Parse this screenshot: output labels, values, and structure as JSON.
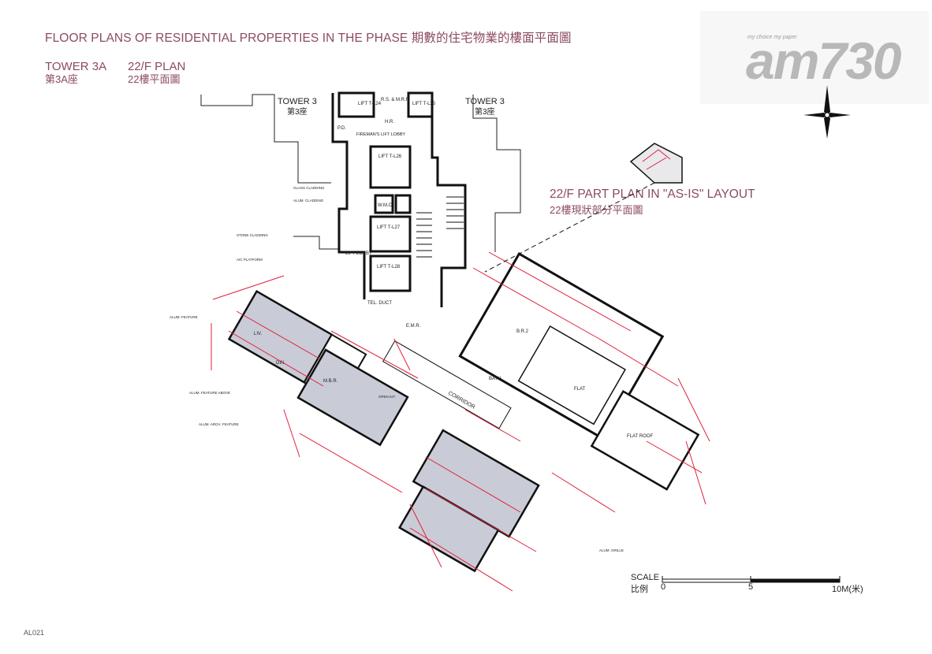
{
  "header": {
    "title": "FLOOR PLANS OF RESIDENTIAL PROPERTIES IN THE PHASE 期數的住宅物業的樓面平面圖",
    "tower_en": "TOWER 3A",
    "tower_zh": "第3A座",
    "floor_en": "22/F PLAN",
    "floor_zh": "22樓平面圖"
  },
  "logo": {
    "text": "am730",
    "tagline": "my choice my paper"
  },
  "part_plan": {
    "title_en": "22/F PART PLAN IN \"AS-IS\" LAYOUT",
    "title_zh": "22樓現狀部分平面圖"
  },
  "plan_labels": {
    "tower3_left": "TOWER 3",
    "tower3_left_zh": "第3座",
    "tower3_right": "TOWER 3",
    "tower3_right_zh": "第3座",
    "lift_lobby": "LIFT LOBBY",
    "firemans_lobby": "FIREMAN'S LIFT LOBBY",
    "corridor": "CORRIDOR",
    "lifts": [
      "LIFT T-L24",
      "LIFT T-L25",
      "LIFT T-L26",
      "LIFT T-L27",
      "LIFT T-L28"
    ],
    "rooms": [
      "LIV.",
      "DIN.",
      "M.B.R.",
      "B.R.2",
      "BATH",
      "FLAT",
      "FLAT ROOF",
      "E.M.R.",
      "W.M.C",
      "P.D.",
      "R.S. & M.R.R",
      "H.R.",
      "TEL. DUCT"
    ],
    "annotations": [
      "GLASS CLADDING",
      "ALUM. CLADDING",
      "STONE CLADDING",
      "A/C PLATFORM",
      "ALUM. FEATURE",
      "ALUM. FEATURE ABOVE",
      "ALUM. ARCH. FEATURE",
      "ALUM. GRILLE",
      "OPEN KIT."
    ]
  },
  "scale": {
    "label_en": "SCALE",
    "label_zh": "比例",
    "ticks": [
      "0",
      "5",
      "10M(米)"
    ]
  },
  "page_number": "AL021",
  "colors": {
    "title": "#8c4a63",
    "annotation_red": "#e0203a",
    "wall": "#111111",
    "flat_fill": "#c9ccd6"
  }
}
